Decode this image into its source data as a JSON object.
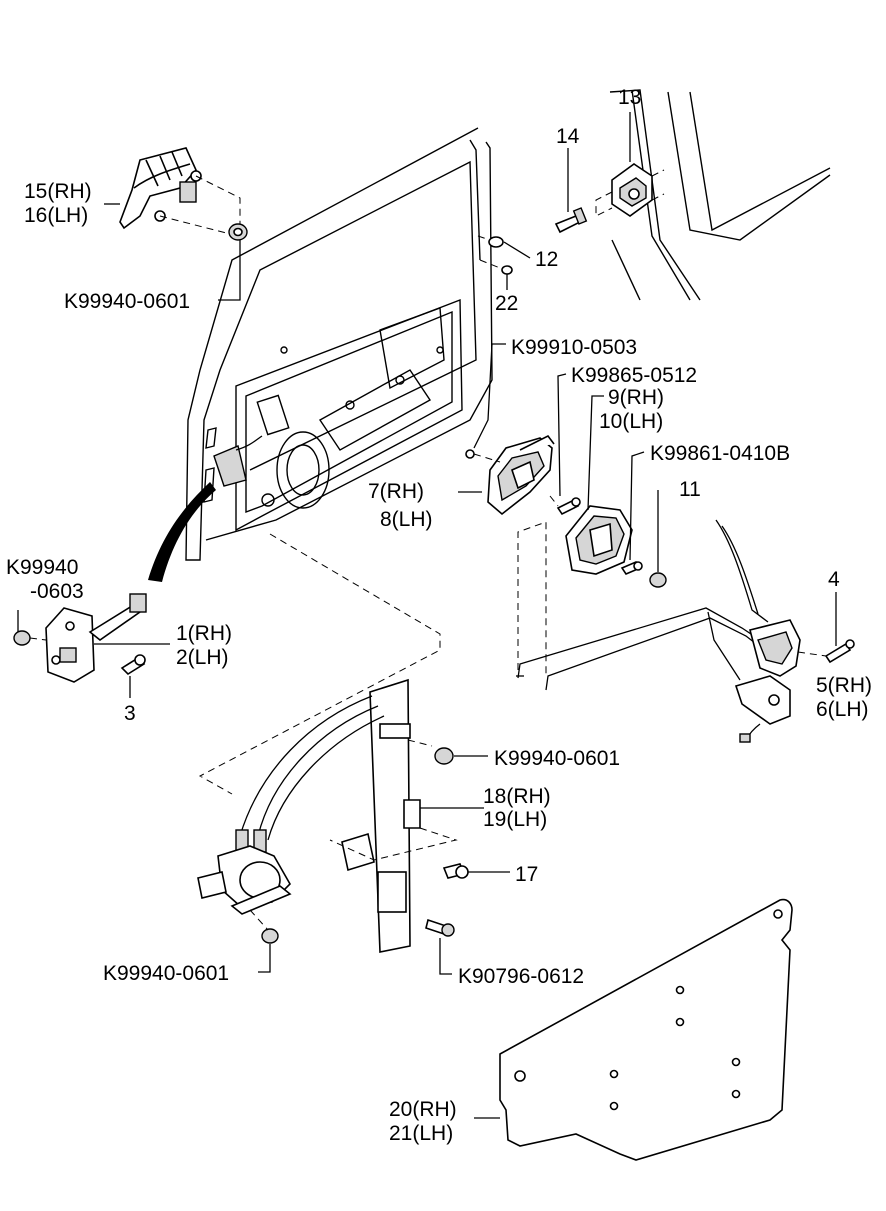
{
  "labels": {
    "p13": "13",
    "p14": "14",
    "p15": "15(RH)",
    "p16": "16(LH)",
    "p12": "12",
    "p22": "22",
    "k0601_top": "K99940-0601",
    "k0503": "K99910-0503",
    "k0512": "K99865-0512",
    "p9": "9(RH)",
    "p10": "10(LH)",
    "k0410b": "K99861-0410B",
    "p11": "11",
    "p7": "7(RH)",
    "p8": "8(LH)",
    "k99940a": "K99940",
    "k99940b": "-0603",
    "p1": "1(RH)",
    "p2": "2(LH)",
    "p3": "3",
    "p4": "4",
    "p5": "5(RH)",
    "p6": "6(LH)",
    "k0601_mid": "K99940-0601",
    "p18": "18(RH)",
    "p19": "19(LH)",
    "p17": "17",
    "k0601_bot": "K99940-0601",
    "k0612": "K90796-0612",
    "p20": "20(RH)",
    "p21": "21(LH)"
  },
  "colors": {
    "line": "#000000",
    "part_fill": "#d6d6d6",
    "background": "#ffffff"
  }
}
